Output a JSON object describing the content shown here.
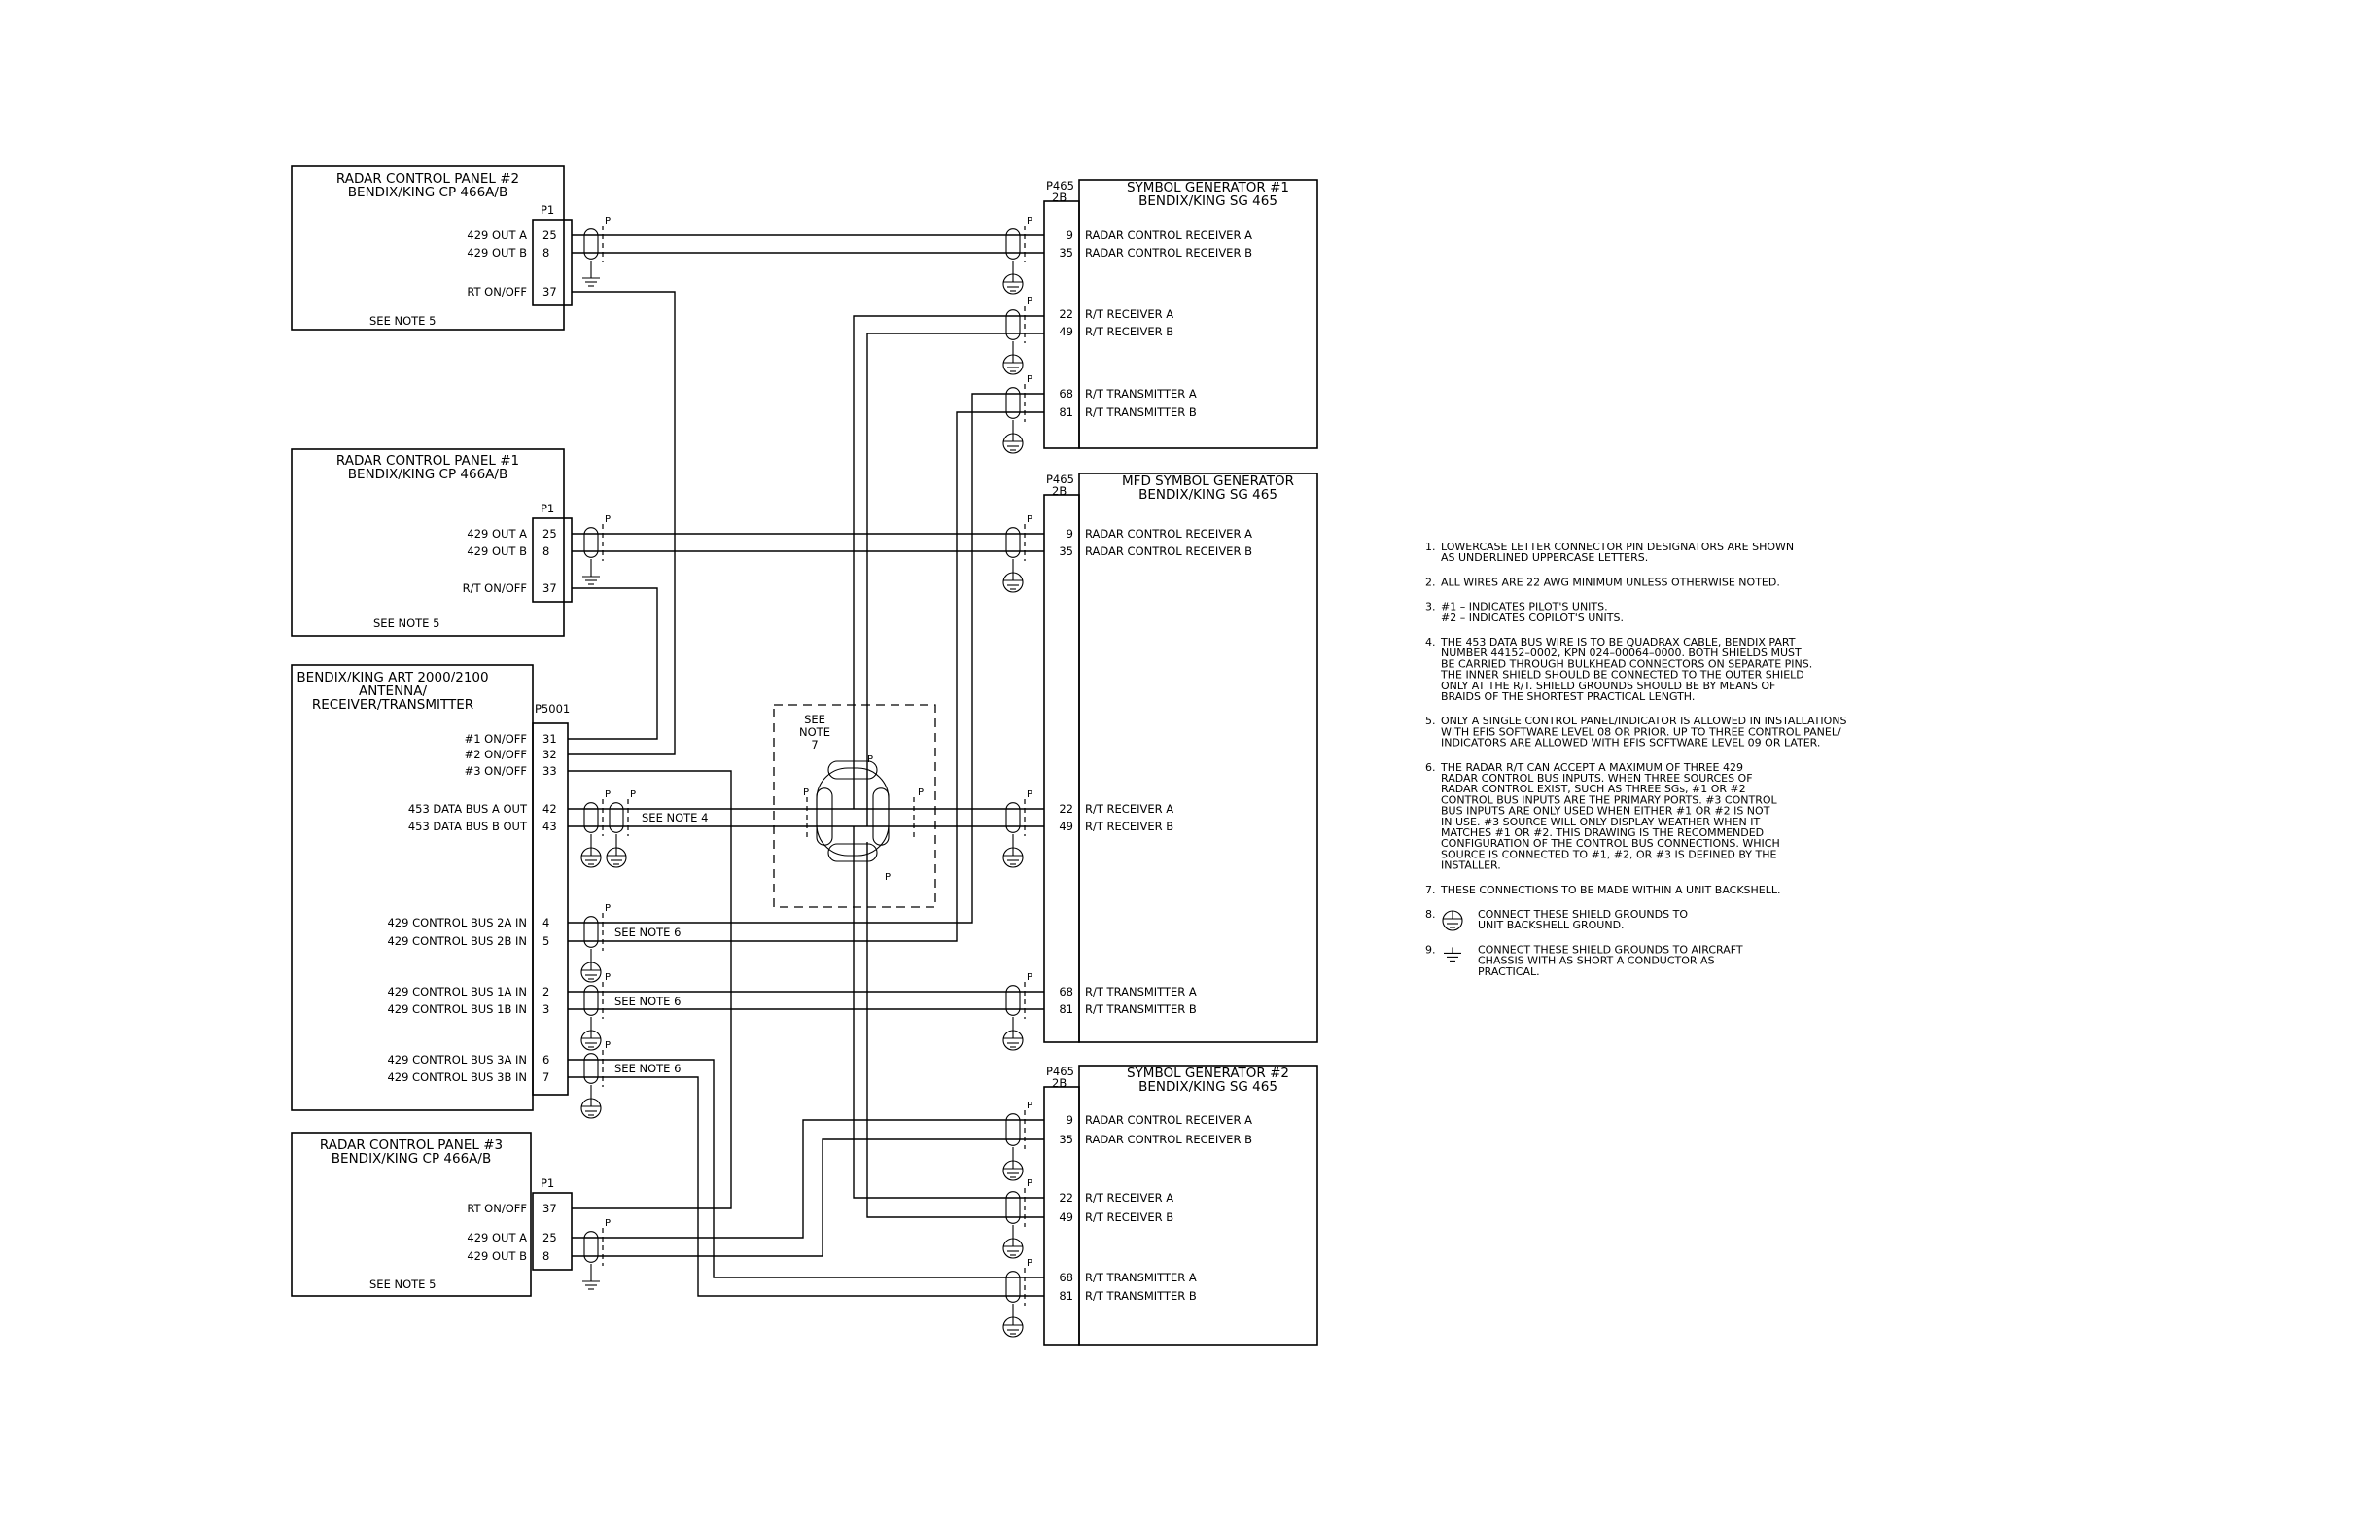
{
  "panels": {
    "rcp2": {
      "title1": "RADAR CONTROL PANEL #2",
      "title2": "BENDIX/KING CP 466A/B",
      "conn": "P1",
      "pins": [
        {
          "label": "429 OUT A",
          "num": "25"
        },
        {
          "label": "429 OUT B",
          "num": "8"
        },
        {
          "label": "RT ON/OFF",
          "num": "37"
        }
      ],
      "note": "SEE NOTE 5"
    },
    "rcp1": {
      "title1": "RADAR CONTROL PANEL #1",
      "title2": "BENDIX/KING CP 466A/B",
      "conn": "P1",
      "pins": [
        {
          "label": "429 OUT A",
          "num": "25"
        },
        {
          "label": "429 OUT B",
          "num": "8"
        },
        {
          "label": "R/T ON/OFF",
          "num": "37"
        }
      ],
      "note": "SEE NOTE 5"
    },
    "art": {
      "title1": "BENDIX/KING ART 2000/2100",
      "title2": "ANTENNA/",
      "title3": "RECEIVER/TRANSMITTER",
      "conn": "P5001",
      "pins": [
        {
          "label": "#1 ON/OFF",
          "num": "31"
        },
        {
          "label": "#2 ON/OFF",
          "num": "32"
        },
        {
          "label": "#3 ON/OFF",
          "num": "33"
        },
        {
          "label": "453 DATA BUS A OUT",
          "num": "42"
        },
        {
          "label": "453 DATA BUS B OUT",
          "num": "43"
        },
        {
          "label": "429 CONTROL BUS 2A IN",
          "num": "4"
        },
        {
          "label": "429 CONTROL BUS 2B IN",
          "num": "5"
        },
        {
          "label": "429 CONTROL BUS 1A IN",
          "num": "2"
        },
        {
          "label": "429 CONTROL BUS 1B IN",
          "num": "3"
        },
        {
          "label": "429 CONTROL BUS 3A IN",
          "num": "6"
        },
        {
          "label": "429 CONTROL BUS 3B IN",
          "num": "7"
        }
      ]
    },
    "rcp3": {
      "title1": "RADAR CONTROL PANEL #3",
      "title2": "BENDIX/KING CP 466A/B",
      "conn": "P1",
      "pins": [
        {
          "label": "RT ON/OFF",
          "num": "37"
        },
        {
          "label": "429 OUT A",
          "num": "25"
        },
        {
          "label": "429 OUT B",
          "num": "8"
        }
      ],
      "note": "SEE NOTE 5"
    },
    "sg1": {
      "title1": "SYMBOL GENERATOR #1",
      "title2": "BENDIX/KING SG 465",
      "conn1": "P465",
      "conn2": "2B",
      "pins": [
        {
          "label": "RADAR CONTROL RECEIVER A",
          "num": "9"
        },
        {
          "label": "RADAR CONTROL RECEIVER B",
          "num": "35"
        },
        {
          "label": "R/T RECEIVER A",
          "num": "22"
        },
        {
          "label": "R/T RECEIVER B",
          "num": "49"
        },
        {
          "label": "R/T TRANSMITTER A",
          "num": "68"
        },
        {
          "label": "R/T TRANSMITTER B",
          "num": "81"
        }
      ]
    },
    "mfd": {
      "title1": "MFD SYMBOL GENERATOR",
      "title2": "BENDIX/KING SG 465",
      "conn1": "P465",
      "conn2": "2B",
      "pins": [
        {
          "label": "RADAR CONTROL RECEIVER A",
          "num": "9"
        },
        {
          "label": "RADAR CONTROL RECEIVER B",
          "num": "35"
        },
        {
          "label": "R/T RECEIVER A",
          "num": "22"
        },
        {
          "label": "R/T RECEIVER B",
          "num": "49"
        },
        {
          "label": "R/T TRANSMITTER A",
          "num": "68"
        },
        {
          "label": "R/T TRANSMITTER B",
          "num": "81"
        }
      ]
    },
    "sg2": {
      "title1": "SYMBOL GENERATOR #2",
      "title2": "BENDIX/KING SG 465",
      "conn1": "P465",
      "conn2": "2B",
      "pins": [
        {
          "label": "RADAR CONTROL RECEIVER A",
          "num": "9"
        },
        {
          "label": "RADAR CONTROL RECEIVER B",
          "num": "35"
        },
        {
          "label": "R/T RECEIVER A",
          "num": "22"
        },
        {
          "label": "R/T RECEIVER B",
          "num": "49"
        },
        {
          "label": "R/T TRANSMITTER A",
          "num": "68"
        },
        {
          "label": "R/T TRANSMITTER B",
          "num": "81"
        }
      ]
    }
  },
  "callouts": {
    "note4": "SEE NOTE 4",
    "note6": "SEE NOTE 6",
    "see": "SEE",
    "note": "NOTE",
    "seven": "7",
    "p": "P"
  },
  "notes": [
    {
      "num": "1.",
      "lines": [
        "LOWERCASE LETTER CONNECTOR PIN DESIGNATORS ARE SHOWN",
        "AS UNDERLINED UPPERCASE LETTERS."
      ]
    },
    {
      "num": "2.",
      "lines": [
        "ALL WIRES ARE 22 AWG MINIMUM UNLESS OTHERWISE NOTED."
      ]
    },
    {
      "num": "3.",
      "lines": [
        "#1 – INDICATES PILOT'S UNITS.",
        "#2 – INDICATES COPILOT'S UNITS."
      ]
    },
    {
      "num": "4.",
      "lines": [
        "THE 453 DATA BUS WIRE IS TO BE QUADRAX CABLE, BENDIX PART",
        "NUMBER 44152–0002, KPN 024–00064–0000.  BOTH SHIELDS MUST",
        "BE CARRIED THROUGH BULKHEAD CONNECTORS ON SEPARATE PINS.",
        "THE INNER SHIELD SHOULD BE CONNECTED TO THE OUTER SHIELD",
        "ONLY AT THE R/T.  SHIELD GROUNDS SHOULD BE BY MEANS OF",
        "BRAIDS OF THE SHORTEST PRACTICAL LENGTH."
      ]
    },
    {
      "num": "5.",
      "lines": [
        "ONLY A SINGLE CONTROL PANEL/INDICATOR IS ALLOWED IN INSTALLATIONS",
        "WITH EFIS SOFTWARE LEVEL 08 OR PRIOR.  UP TO THREE CONTROL PANEL/",
        "INDICATORS ARE ALLOWED WITH EFIS SOFTWARE LEVEL 09 OR LATER."
      ]
    },
    {
      "num": "6.",
      "lines": [
        "THE RADAR R/T CAN ACCEPT A MAXIMUM OF THREE 429",
        "RADAR CONTROL BUS INPUTS.  WHEN THREE SOURCES OF",
        "RADAR CONTROL EXIST, SUCH AS THREE SGs, #1 OR #2",
        "CONTROL BUS INPUTS ARE THE PRIMARY PORTS.  #3 CONTROL",
        "BUS INPUTS ARE ONLY USED WHEN EITHER #1 OR #2 IS NOT",
        "IN USE.  #3 SOURCE WILL ONLY DISPLAY WEATHER WHEN IT",
        "MATCHES #1 OR #2.  THIS DRAWING IS THE RECOMMENDED",
        "CONFIGURATION OF THE CONTROL BUS CONNECTIONS.  WHICH",
        "SOURCE IS CONNECTED TO #1, #2, OR #3 IS DEFINED BY THE",
        "INSTALLER."
      ]
    },
    {
      "num": "7.",
      "lines": [
        "THESE CONNECTIONS TO BE MADE WITHIN A UNIT BACKSHELL."
      ]
    },
    {
      "num": "8.",
      "lines": [
        "CONNECT THESE SHIELD GROUNDS TO",
        "UNIT BACKSHELL GROUND."
      ]
    },
    {
      "num": "9.",
      "lines": [
        "CONNECT THESE SHIELD GROUNDS TO AIRCRAFT",
        "CHASSIS WITH AS SHORT A CONDUCTOR AS",
        "PRACTICAL."
      ]
    }
  ]
}
